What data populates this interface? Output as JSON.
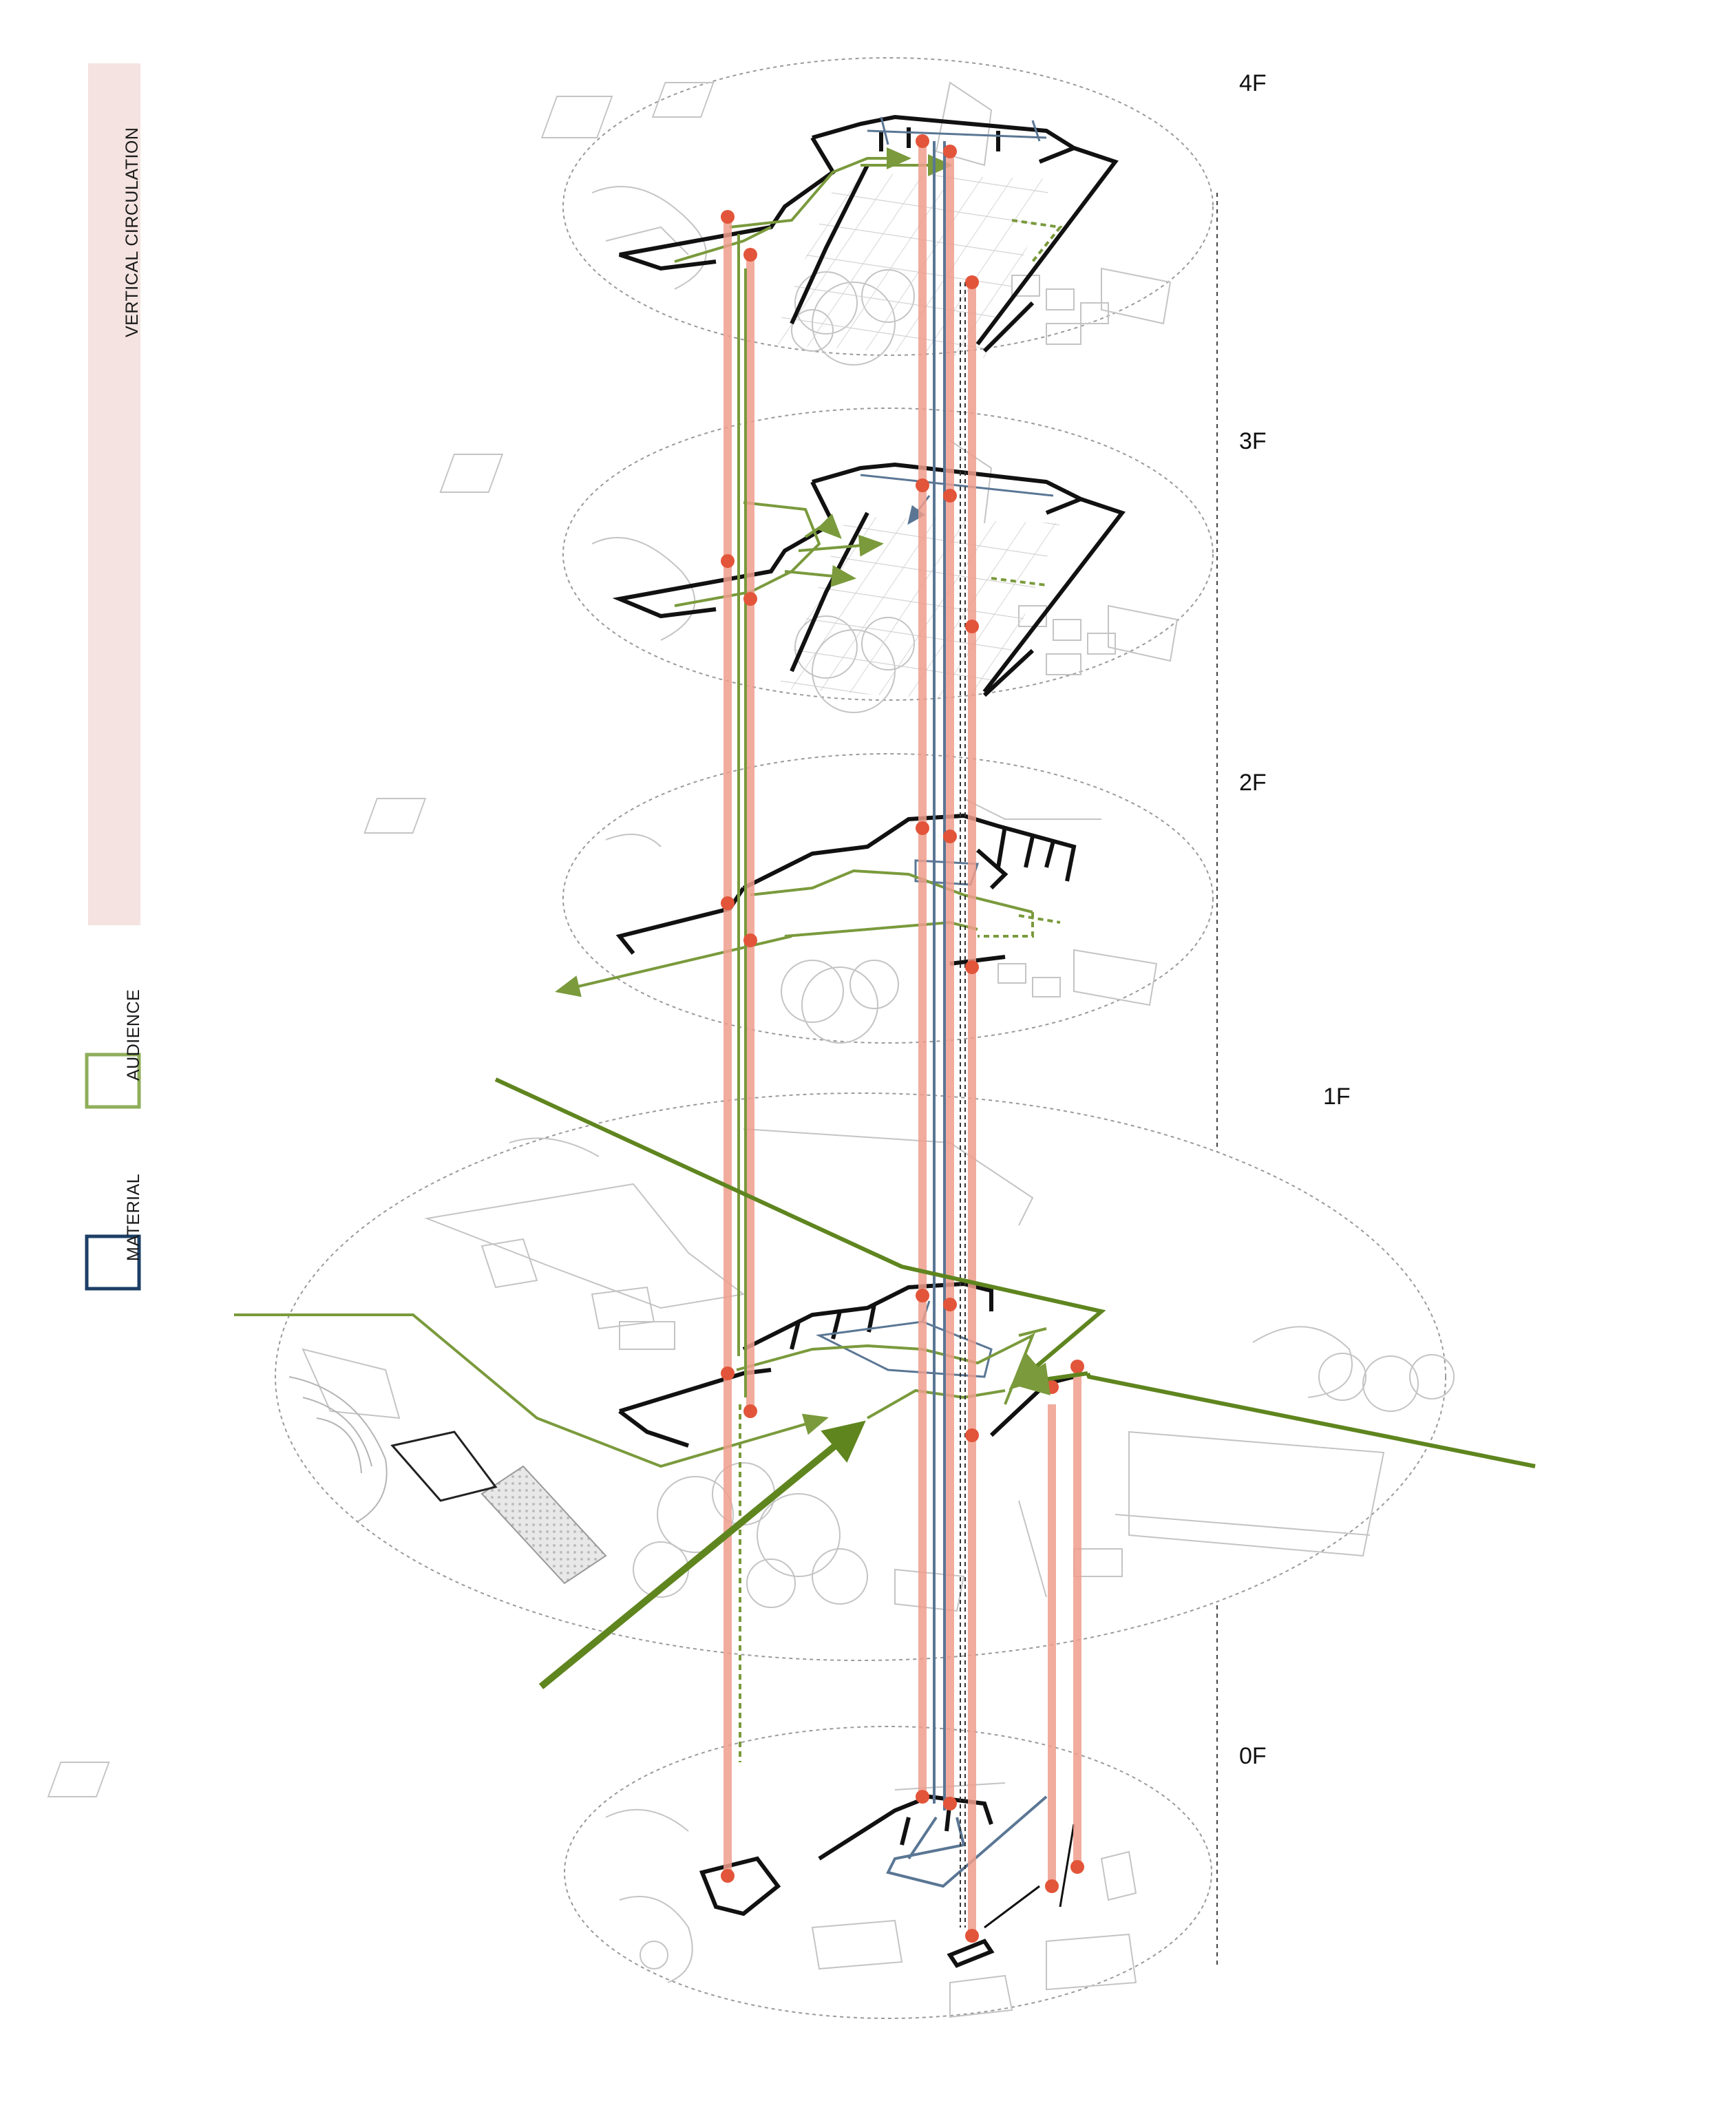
{
  "legend": {
    "vertical_circulation": {
      "label": "VERTICAL CIRCULATION",
      "color": "#f4e3e0"
    },
    "audience": {
      "label": "AUDIENCE",
      "color": "#8fae5a"
    },
    "material": {
      "label": "MATERIAL",
      "color": "#1c3f66"
    }
  },
  "floors": {
    "f4": {
      "label": "4F"
    },
    "f3": {
      "label": "3F"
    },
    "f2": {
      "label": "2F"
    },
    "f1": {
      "label": "1F"
    },
    "f0": {
      "label": "0F"
    }
  },
  "colors": {
    "circulation_core": "#ef9e8e",
    "core_node": "#e2553a",
    "audience_path": "#7a9a3c",
    "audience_path_bold": "#5f851f",
    "material_path": "#5a7694",
    "wall": "#111111",
    "plan_linework": "#c4c4c4"
  }
}
